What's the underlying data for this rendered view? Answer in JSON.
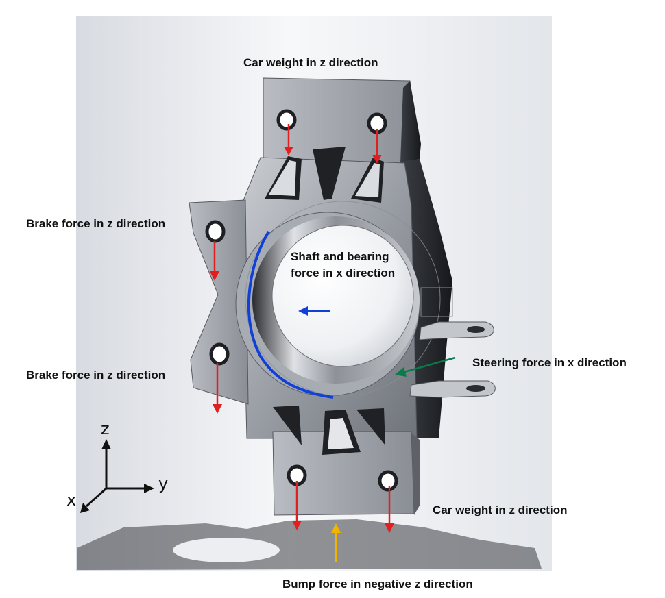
{
  "labels": {
    "car_weight_top": "Car weight in z direction",
    "brake_force_top": "Brake force in z direction",
    "shaft_bearing_force": "Shaft and bearing force in x direction",
    "brake_force_bottom": "Brake force in z direction",
    "steering_force": "Steering force in x direction",
    "car_weight_bottom": "Car weight in z direction",
    "bump_force": "Bump force in negative z direction"
  },
  "axes": {
    "z": "z",
    "y": "y",
    "x": "x"
  },
  "colors": {
    "load_arrow_red": "#e02020",
    "shaft_arrow_blue": "#1040d8",
    "steering_arrow_green": "#0a7a4a",
    "bump_arrow_yellow": "#f2b400",
    "part_metal": "#8e9298",
    "part_dark": "#2a2c30",
    "background": "#eef0f3"
  }
}
